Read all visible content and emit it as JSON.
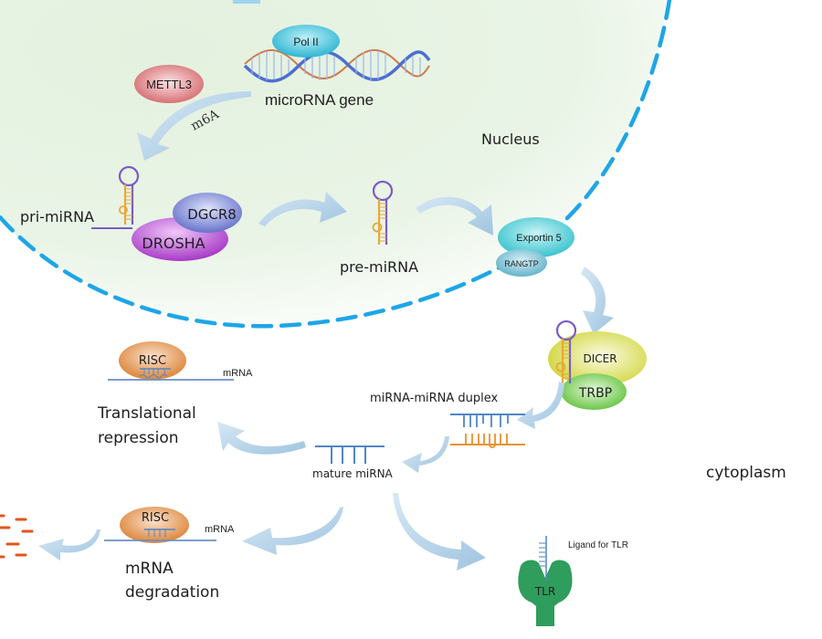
{
  "labels": {
    "nucleus": "Nucleus",
    "cytoplasm": "cytoplasm",
    "pol2": "Pol II",
    "mettl3": "METTL3",
    "m6a": "m6A",
    "microrna_gene": "microRNA gene",
    "pri_mirna": "pri-miRNA",
    "dgcr8": "DGCR8",
    "drosha": "DROSHA",
    "pre_mirna": "pre-miRNA",
    "exportin5": "Exportin 5",
    "rangtp": "RANGTP",
    "dicer": "DICER",
    "trbp": "TRBP",
    "duplex": "miRNA-miRNA duplex",
    "mature": "mature miRNA",
    "risc_top": "RISC",
    "mrna_top": "mRNA",
    "translational_1": "Translational",
    "translational_2": "repression",
    "risc_bottom": "RISC",
    "mrna_bottom": "mRNA",
    "degradation_1": "mRNA",
    "degradation_2": "degradation",
    "tlr": "TLR",
    "ligand": "Ligand for TLR"
  },
  "colors": {
    "nucleus_fill": "#e6f2e2",
    "membrane": "#1ea6e6",
    "arrow": "#a9cbe4",
    "pol2": "#3fbfd8",
    "mettl3": "#d86f74",
    "drosha": "#b23fcf",
    "dgcr8": "#6b78cf",
    "exportin": "#3ec6cf",
    "rangtp": "#6ab6cc",
    "dicer": "#d6dc3a",
    "trbp": "#62c43a",
    "risc": "#e08a3c",
    "tlr": "#2f9d5c",
    "hairpin_loop": "#7a5cc4",
    "hairpin_strand": "#e6a93a",
    "strand_blue": "#4f86c6",
    "strand_orange": "#e8922e",
    "fragments": "#e0561f"
  }
}
